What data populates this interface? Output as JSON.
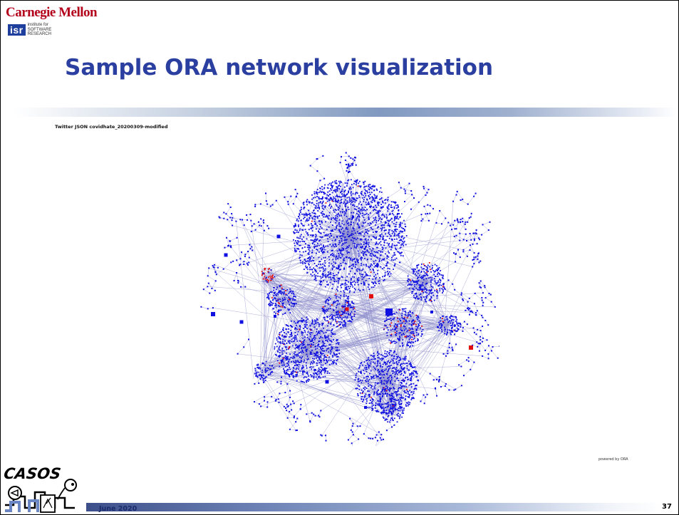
{
  "header": {
    "university": "Carnegie Mellon",
    "institute_abbrev": "isr",
    "institute_lines": [
      "institute for",
      "SOFTWARE",
      "RESEARCH"
    ]
  },
  "slide": {
    "title": "Sample ORA network visualization",
    "figure_caption": "Twitter JSON covidhate_20200309-modified",
    "watermark": "powered by ORA",
    "date": "June 2020",
    "page_number": "37"
  },
  "network": {
    "node_color": "#1010e0",
    "highlight_color": "#e01010",
    "edge_color": "#3030a0"
  },
  "logo": {
    "text": "CASOS"
  },
  "colors": {
    "title": "#2b3fa0",
    "brand_red": "#b3001b",
    "isr_blue": "#1f3f9e"
  }
}
